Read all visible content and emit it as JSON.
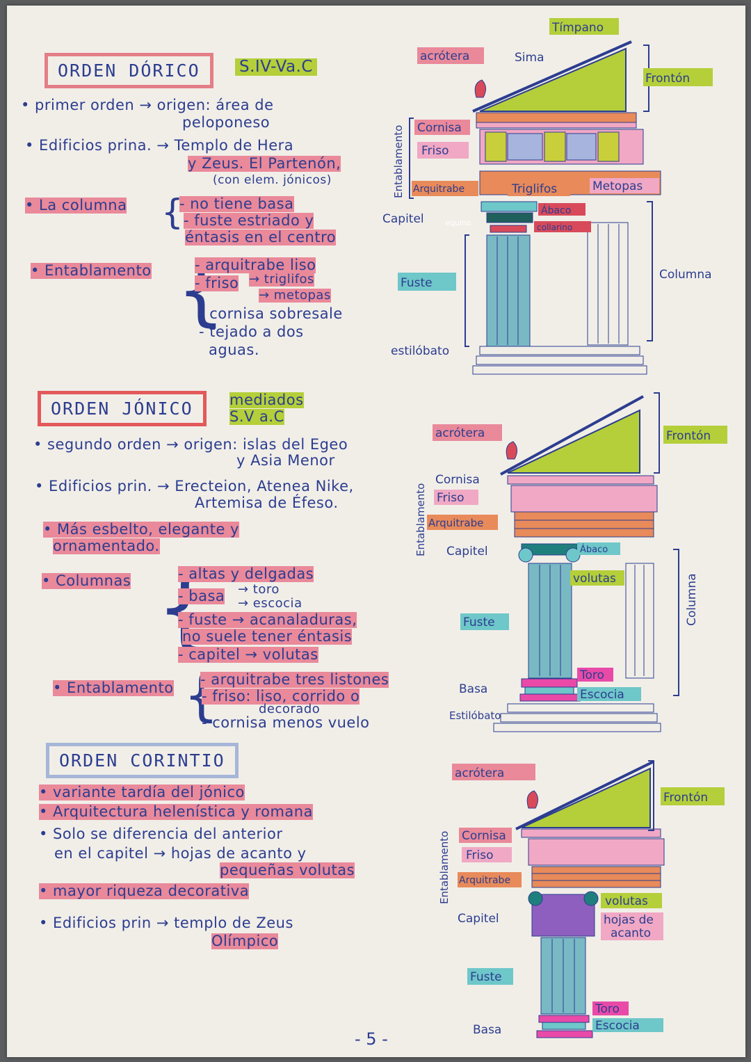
{
  "page_number": "- 5 -",
  "doric": {
    "title": "ORDEN DÓRICO",
    "date": "S.IV-Va.C",
    "l1": "• primer orden → origen: área de",
    "l2": "peloponeso",
    "l3": "• Edificios prina. → Templo de Hera",
    "l4": "y Zeus. El Partenón,",
    "l5": "(con elem. jónicos)",
    "columna_label": "• La columna",
    "col1": "- no tiene basa",
    "col2": "- fuste estriado y",
    "col3": "éntasis en el centro",
    "ent_label": "• Entablamento",
    "ent1": "- arquitrabe liso",
    "ent2": "- friso",
    "ent2a": "→ triglifos",
    "ent2b": "→ metopas",
    "ent3": "- cornisa sobresale",
    "ent4": "- tejado a dos",
    "ent5": "aguas.",
    "diagram": {
      "timpano": "Tímpano",
      "acrotera": "acrótera",
      "sima": "Sima",
      "fronton": "Frontón",
      "entablamento": "Entablamento",
      "cornisa": "Cornisa",
      "friso": "Friso",
      "arquitrabe": "Arquitrabe",
      "triglifos": "Triglifos",
      "metopas": "Metopas",
      "capitel": "Capitel",
      "equino": "equino",
      "abaco": "Ábaco",
      "collarino": "collarino",
      "fuste": "Fuste",
      "columna": "Columna",
      "estilobato": "estilóbato"
    }
  },
  "ionic": {
    "title": "ORDEN JÓNICO",
    "date1": "mediados",
    "date2": "S.V a.C",
    "l1": "• segundo orden → origen: islas del Egeo",
    "l2": "y Asia Menor",
    "l3": "• Edificios prin. → Erecteion, Atenea Nike,",
    "l4": "Artemisa de Éfeso.",
    "l5": "• Más esbelto, elegante y",
    "l6": "ornamentado.",
    "col_label": "• Columnas",
    "c1": "- altas y delgadas",
    "c2": "- basa",
    "c2a": "→ toro",
    "c2b": "→ escocia",
    "c3": "- fuste → acanaladuras,",
    "c4": "no suele tener éntasis",
    "c5": "- capitel → volutas",
    "ent_label": "• Entablamento",
    "e1": "- arquitrabe tres listones",
    "e2": "- friso: liso, corrido o",
    "e3": "decorado",
    "e4": "- cornisa menos vuelo",
    "diagram": {
      "acrotera": "acrótera",
      "fronton": "Frontón",
      "entablamento": "Entablamento",
      "cornisa": "Cornisa",
      "friso": "Friso",
      "arquitrabe": "Arquitrabe",
      "capitel": "Capitel",
      "abaco": "Ábaco",
      "volutas": "volutas",
      "fuste": "Fuste",
      "columna": "Columna",
      "basa": "Basa",
      "toro": "Toro",
      "escocia": "Escocia",
      "estilobato": "Estilóbato"
    }
  },
  "corinthian": {
    "title": "ORDEN CORINTIO",
    "l1": "• variante tardía del jónico",
    "l2": "• Arquitectura helenística y romana",
    "l3": "• Solo se diferencia del anterior",
    "l4": "en el capitel → hojas de acanto y",
    "l5": "pequeñas volutas",
    "l6": "• mayor riqueza decorativa",
    "l7": "• Edificios prin → templo de Zeus",
    "l8": "Olímpico",
    "diagram": {
      "acrotera": "acrótera",
      "fronton": "Frontón",
      "entablamento": "Entablamento",
      "cornisa": "Cornisa",
      "friso": "Friso",
      "arquitrabe": "Arquitrabe",
      "capitel": "Capitel",
      "volutas": "volutas",
      "hojas1": "hojas de",
      "hojas2": "acanto",
      "fuste": "Fuste",
      "basa": "Basa",
      "toro": "Toro",
      "escocia": "Escocia"
    }
  }
}
